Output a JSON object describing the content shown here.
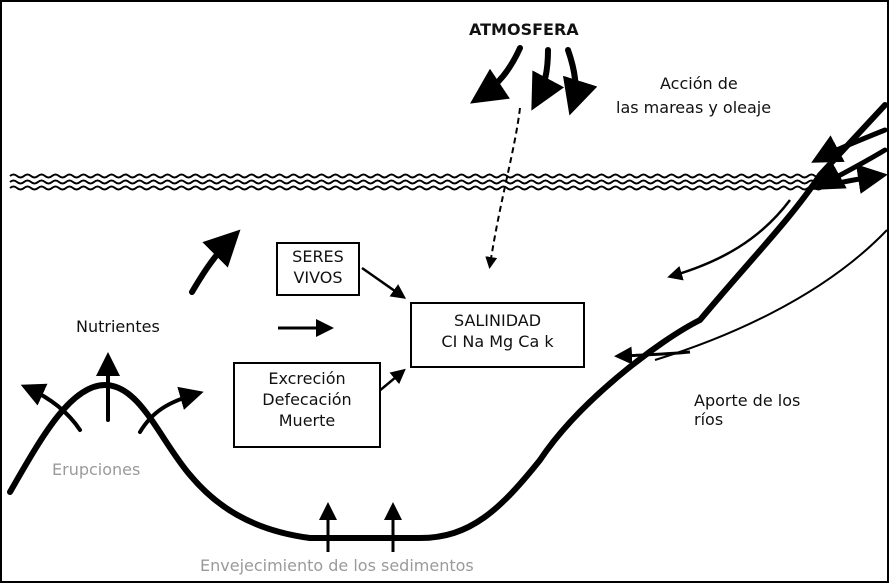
{
  "labels": {
    "atmosfera": "ATMOSFERA",
    "mareas_1": "Acción de",
    "mareas_2": "las mareas y oleaje",
    "nutrientes": "Nutrientes",
    "aporte_1": "Aporte de los",
    "aporte_2": "ríos",
    "erupciones": "Erupciones",
    "envejecimiento": "Envejecimiento de los sedimentos"
  },
  "boxes": {
    "seres_1": "SERES",
    "seres_2": "VIVOS",
    "salinidad_1": "SALINIDAD",
    "salinidad_2": "CI Na Mg Ca k",
    "excrecion_1": "Excreción",
    "excrecion_2": "Defecación",
    "excrecion_3": "Muerte"
  },
  "colors": {
    "ink": "#000000",
    "muted_label": "#9a9a9a",
    "background": "#ffffff"
  }
}
